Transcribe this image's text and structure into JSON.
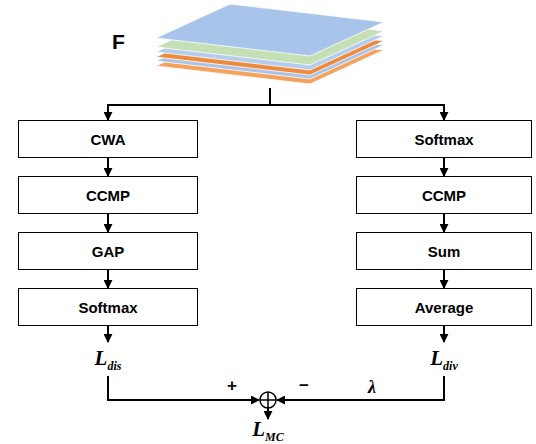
{
  "diagram": {
    "nodes": [
      {
        "text": [
          "F"
        ]
      },
      {
        "text": [
          "CWA"
        ]
      },
      {
        "text": [
          "CCMP"
        ]
      },
      {
        "text": [
          "GAP"
        ]
      },
      {
        "text": [
          "Softmax"
        ]
      },
      {
        "text": [
          "Softmax"
        ]
      },
      {
        "text": [
          "CCMP"
        ]
      },
      {
        "text": [
          "Sum"
        ]
      },
      {
        "text": [
          "Average"
        ]
      }
    ],
    "edges": [
      {
        "from": 0,
        "to": 1,
        "arrow": "to"
      },
      {
        "from": 0,
        "to": 5,
        "arrow": "to"
      },
      {
        "from": 1,
        "to": 2,
        "arrow": "to"
      },
      {
        "from": 2,
        "to": 3,
        "arrow": "to"
      },
      {
        "from": 3,
        "to": 4,
        "arrow": "to"
      },
      {
        "from": 5,
        "to": 6,
        "arrow": "to"
      },
      {
        "from": 6,
        "to": 7,
        "arrow": "to"
      },
      {
        "from": 7,
        "to": 8,
        "arrow": "to"
      }
    ],
    "labels": [
      "Ldis",
      "Ldiv",
      "+",
      "−",
      "λ",
      "LMC"
    ]
  }
}
